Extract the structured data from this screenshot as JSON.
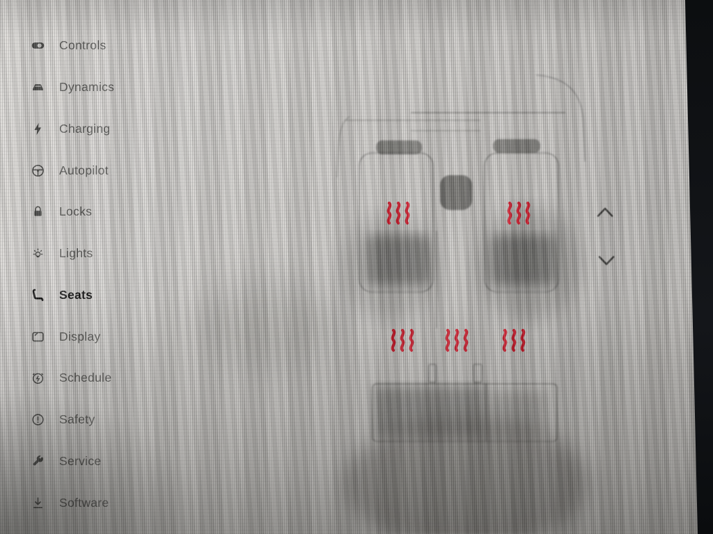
{
  "app": {
    "name": "vehicle-settings",
    "page": "Seats"
  },
  "colors": {
    "background": "#c9c7c4",
    "heater_red": "#cf1527",
    "text_muted": "#4a4a48",
    "text_selected": "#141414",
    "chevron": "#3a3a38",
    "bezel_black": "#0e1012",
    "car_line": "#3f3f3d"
  },
  "sidebar": {
    "items": [
      {
        "label": "Controls",
        "icon": "toggle-icon",
        "selected": false
      },
      {
        "label": "Dynamics",
        "icon": "car-icon",
        "selected": false
      },
      {
        "label": "Charging",
        "icon": "bolt-icon",
        "selected": false
      },
      {
        "label": "Autopilot",
        "icon": "steering-wheel-icon",
        "selected": false
      },
      {
        "label": "Locks",
        "icon": "lock-icon",
        "selected": false
      },
      {
        "label": "Lights",
        "icon": "light-icon",
        "selected": false
      },
      {
        "label": "Seats",
        "icon": "seat-icon",
        "selected": true
      },
      {
        "label": "Display",
        "icon": "display-icon",
        "selected": false
      },
      {
        "label": "Schedule",
        "icon": "schedule-icon",
        "selected": false
      },
      {
        "label": "Safety",
        "icon": "safety-icon",
        "selected": false
      },
      {
        "label": "Service",
        "icon": "wrench-icon",
        "selected": false
      },
      {
        "label": "Software",
        "icon": "download-icon",
        "selected": false
      }
    ]
  },
  "main": {
    "view": "seat-heaters-top-view",
    "seat_heaters": [
      {
        "id": "front-left",
        "level": 3,
        "max_level": 3
      },
      {
        "id": "front-right",
        "level": 3,
        "max_level": 3
      },
      {
        "id": "rear-left",
        "level": 3,
        "max_level": 3
      },
      {
        "id": "rear-center",
        "level": 3,
        "max_level": 3
      },
      {
        "id": "rear-right",
        "level": 3,
        "max_level": 3
      }
    ],
    "scroll_buttons": [
      {
        "id": "scroll-up",
        "icon": "chevron-up-icon"
      },
      {
        "id": "scroll-down",
        "icon": "chevron-down-icon"
      }
    ]
  }
}
